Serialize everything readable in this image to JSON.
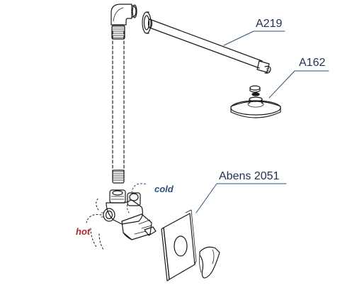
{
  "labels": {
    "arm": "A219",
    "head": "A162",
    "mixer": "Abens 2051",
    "cold": "cold",
    "hot": "hot"
  },
  "colors": {
    "line": "#1a1a1a",
    "label_text": "#1e2f4f",
    "leader": "#2f4f7a",
    "cold": "#2a4e7e",
    "hot": "#a8272d"
  }
}
